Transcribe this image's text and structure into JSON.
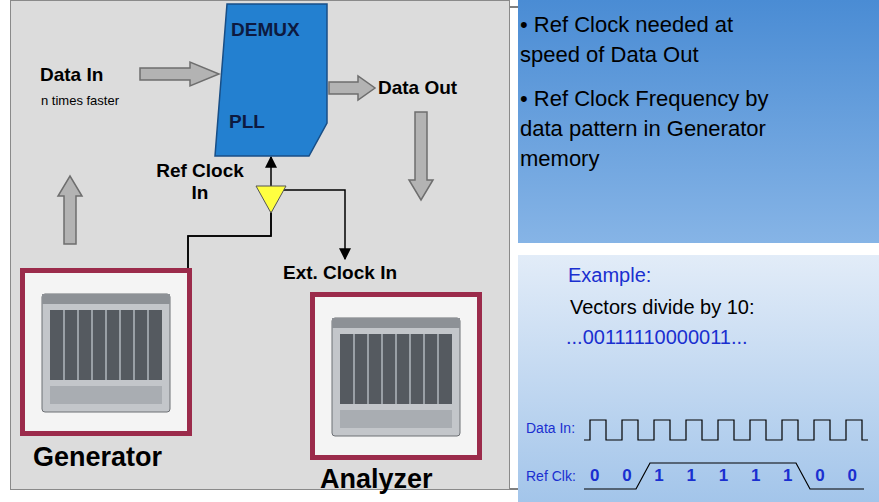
{
  "diagram": {
    "nodes": [
      {
        "text": [
          "DEMUX",
          "PLL"
        ]
      },
      {
        "text": [
          "Generator"
        ]
      },
      {
        "text": [
          "Analyzer"
        ]
      },
      {
        "text": [
          "• Ref Clock needed at speed of Data Out",
          "• Ref Clock Frequency by data pattern in Generator memory"
        ]
      },
      {
        "text": [
          "Example:",
          "Vectors divide by 10:",
          "...00111110000011...",
          "Data In:",
          "Ref Clk:",
          "0 0 1 1 1 1 1 0 0"
        ]
      }
    ],
    "edges": [
      {
        "from": 1,
        "to": 0,
        "arrow": "to"
      },
      {
        "from": 1,
        "to": 2,
        "arrow": "to"
      }
    ],
    "labels": [
      "Data In",
      "n times faster",
      "Data Out",
      "Ref Clock In",
      "Ext. Clock In"
    ]
  }
}
